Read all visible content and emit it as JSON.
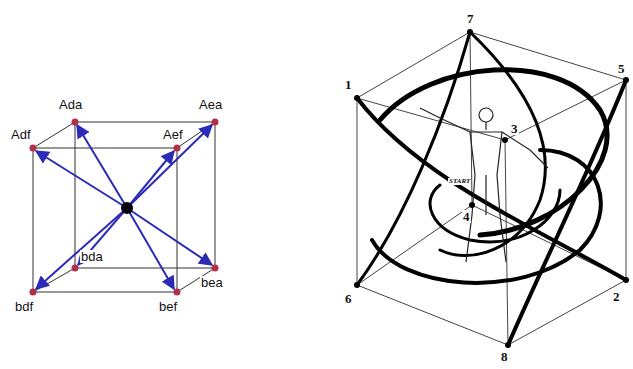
{
  "diagram": {
    "labels": [
      "Ada",
      "Aea",
      "Adf",
      "Aef",
      "bda",
      "bdf",
      "bef",
      "bea",
      "7",
      "1",
      "5",
      "3",
      "START",
      "4",
      "6",
      "2",
      "8"
    ]
  }
}
